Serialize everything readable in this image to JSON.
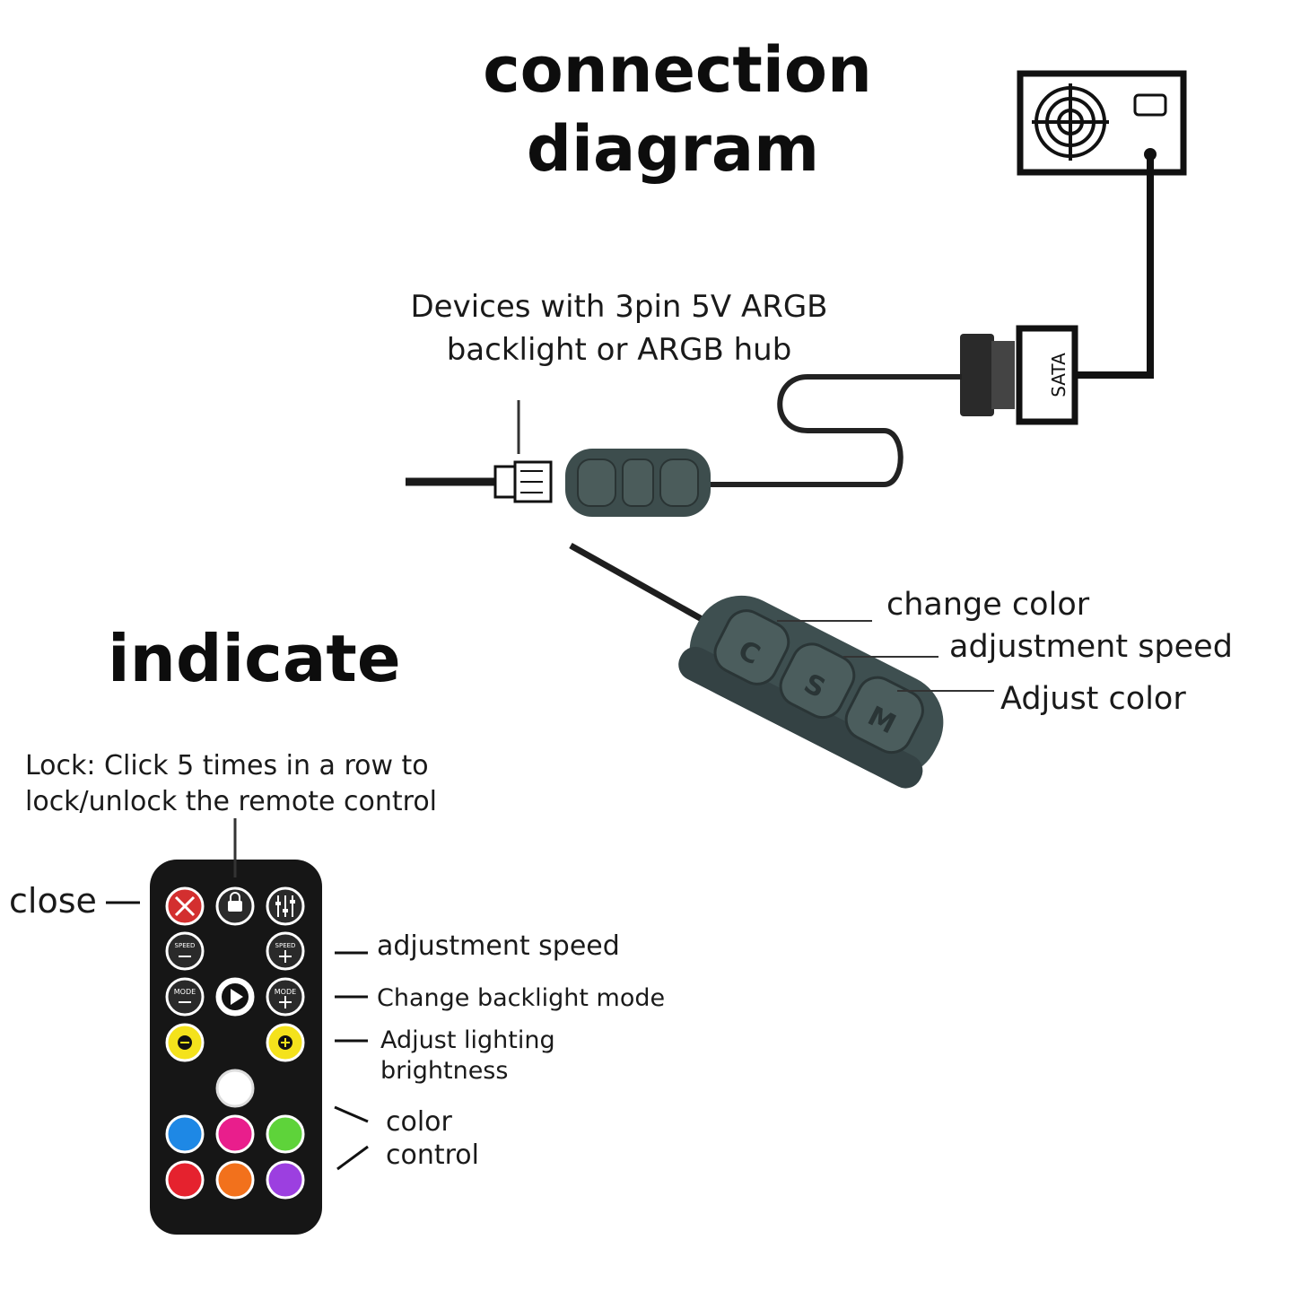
{
  "titles": {
    "connection_line1": "connection",
    "connection_line2": "diagram",
    "indicate": "indicate"
  },
  "connection": {
    "devices_line1": "Devices with 3pin 5V ARGB",
    "devices_line2": "backlight or ARGB hub",
    "sata_label": "SATA",
    "controller_buttons": [
      "C",
      "S",
      "M"
    ],
    "callouts": {
      "change_color": "change color",
      "adjustment_speed": "adjustment speed",
      "adjust_color": "Adjust color"
    }
  },
  "remote": {
    "lock_line1": "Lock: Click 5 times in a row to",
    "lock_line2": "lock/unlock the remote control",
    "close": "close",
    "adjustment_speed": "adjustment speed",
    "change_mode": "Change backlight mode",
    "brightness_line1": "Adjust lighting",
    "brightness_line2": "brightness",
    "color_line1": "color",
    "color_line2": "control",
    "button_text": {
      "speed": "SPEED",
      "mode": "MODE"
    },
    "colors": {
      "white": "#ffffff",
      "blue": "#1e88e5",
      "pink": "#e91e8c",
      "green": "#5ed33a",
      "red": "#e5222e",
      "orange": "#f2711c",
      "purple": "#9c3fe0",
      "yellow": "#f4e21c",
      "close_red": "#d32f2f"
    }
  }
}
